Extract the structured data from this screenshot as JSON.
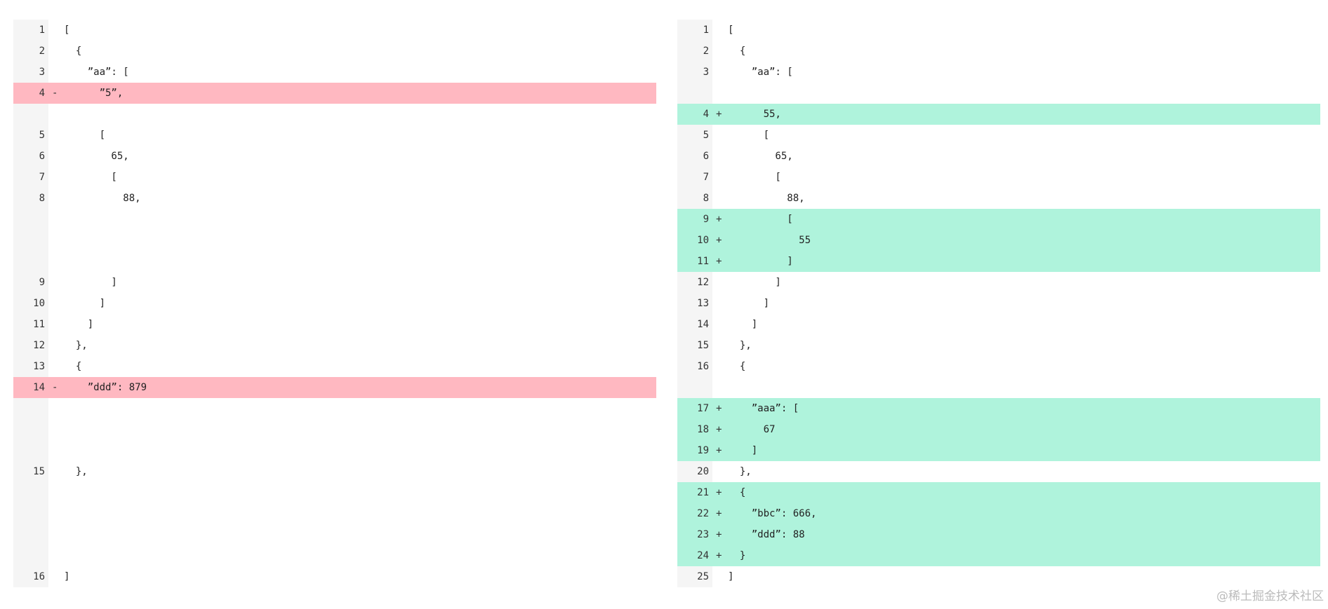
{
  "left": {
    "rows": [
      {
        "num": "1",
        "mark": "",
        "code": "[",
        "type": ""
      },
      {
        "num": "2",
        "mark": "",
        "code": "  {",
        "type": ""
      },
      {
        "num": "3",
        "mark": "",
        "code": "    ”aa”: [",
        "type": ""
      },
      {
        "num": "4",
        "mark": "-",
        "code": "      ”5”,",
        "type": "del"
      },
      {
        "num": "",
        "mark": "",
        "code": "",
        "type": "empty"
      },
      {
        "num": "5",
        "mark": "",
        "code": "      [",
        "type": ""
      },
      {
        "num": "6",
        "mark": "",
        "code": "        65,",
        "type": ""
      },
      {
        "num": "7",
        "mark": "",
        "code": "        [",
        "type": ""
      },
      {
        "num": "8",
        "mark": "",
        "code": "          88,",
        "type": ""
      },
      {
        "num": "",
        "mark": "",
        "code": "",
        "type": "empty"
      },
      {
        "num": "",
        "mark": "",
        "code": "",
        "type": "empty"
      },
      {
        "num": "",
        "mark": "",
        "code": "",
        "type": "empty"
      },
      {
        "num": "9",
        "mark": "",
        "code": "        ]",
        "type": ""
      },
      {
        "num": "10",
        "mark": "",
        "code": "      ]",
        "type": ""
      },
      {
        "num": "11",
        "mark": "",
        "code": "    ]",
        "type": ""
      },
      {
        "num": "12",
        "mark": "",
        "code": "  },",
        "type": ""
      },
      {
        "num": "13",
        "mark": "",
        "code": "  {",
        "type": ""
      },
      {
        "num": "14",
        "mark": "-",
        "code": "    ”ddd”: 879",
        "type": "del"
      },
      {
        "num": "",
        "mark": "",
        "code": "",
        "type": "empty"
      },
      {
        "num": "",
        "mark": "",
        "code": "",
        "type": "empty"
      },
      {
        "num": "",
        "mark": "",
        "code": "",
        "type": "empty"
      },
      {
        "num": "15",
        "mark": "",
        "code": "  },",
        "type": ""
      },
      {
        "num": "",
        "mark": "",
        "code": "",
        "type": "empty"
      },
      {
        "num": "",
        "mark": "",
        "code": "",
        "type": "empty"
      },
      {
        "num": "",
        "mark": "",
        "code": "",
        "type": "empty"
      },
      {
        "num": "",
        "mark": "",
        "code": "",
        "type": "empty"
      },
      {
        "num": "16",
        "mark": "",
        "code": "]",
        "type": ""
      }
    ]
  },
  "right": {
    "rows": [
      {
        "num": "1",
        "mark": "",
        "code": "[",
        "type": ""
      },
      {
        "num": "2",
        "mark": "",
        "code": "  {",
        "type": ""
      },
      {
        "num": "3",
        "mark": "",
        "code": "    ”aa”: [",
        "type": ""
      },
      {
        "num": "",
        "mark": "",
        "code": "",
        "type": "empty"
      },
      {
        "num": "4",
        "mark": "+",
        "code": "      55,",
        "type": "add"
      },
      {
        "num": "5",
        "mark": "",
        "code": "      [",
        "type": ""
      },
      {
        "num": "6",
        "mark": "",
        "code": "        65,",
        "type": ""
      },
      {
        "num": "7",
        "mark": "",
        "code": "        [",
        "type": ""
      },
      {
        "num": "8",
        "mark": "",
        "code": "          88,",
        "type": ""
      },
      {
        "num": "9",
        "mark": "+",
        "code": "          [",
        "type": "add"
      },
      {
        "num": "10",
        "mark": "+",
        "code": "            55",
        "type": "add"
      },
      {
        "num": "11",
        "mark": "+",
        "code": "          ]",
        "type": "add"
      },
      {
        "num": "12",
        "mark": "",
        "code": "        ]",
        "type": ""
      },
      {
        "num": "13",
        "mark": "",
        "code": "      ]",
        "type": ""
      },
      {
        "num": "14",
        "mark": "",
        "code": "    ]",
        "type": ""
      },
      {
        "num": "15",
        "mark": "",
        "code": "  },",
        "type": ""
      },
      {
        "num": "16",
        "mark": "",
        "code": "  {",
        "type": ""
      },
      {
        "num": "",
        "mark": "",
        "code": "",
        "type": "empty"
      },
      {
        "num": "17",
        "mark": "+",
        "code": "    ”aaa”: [",
        "type": "add"
      },
      {
        "num": "18",
        "mark": "+",
        "code": "      67",
        "type": "add"
      },
      {
        "num": "19",
        "mark": "+",
        "code": "    ]",
        "type": "add"
      },
      {
        "num": "20",
        "mark": "",
        "code": "  },",
        "type": ""
      },
      {
        "num": "21",
        "mark": "+",
        "code": "  {",
        "type": "add"
      },
      {
        "num": "22",
        "mark": "+",
        "code": "    ”bbc”: 666,",
        "type": "add"
      },
      {
        "num": "23",
        "mark": "+",
        "code": "    ”ddd”: 88",
        "type": "add"
      },
      {
        "num": "24",
        "mark": "+",
        "code": "  }",
        "type": "add"
      },
      {
        "num": "25",
        "mark": "",
        "code": "]",
        "type": ""
      }
    ]
  },
  "watermark": "@稀土掘金技术社区",
  "colors": {
    "deleted": "#ffb8c1",
    "added": "#aff3dc",
    "gutter": "#f5f5f5"
  }
}
